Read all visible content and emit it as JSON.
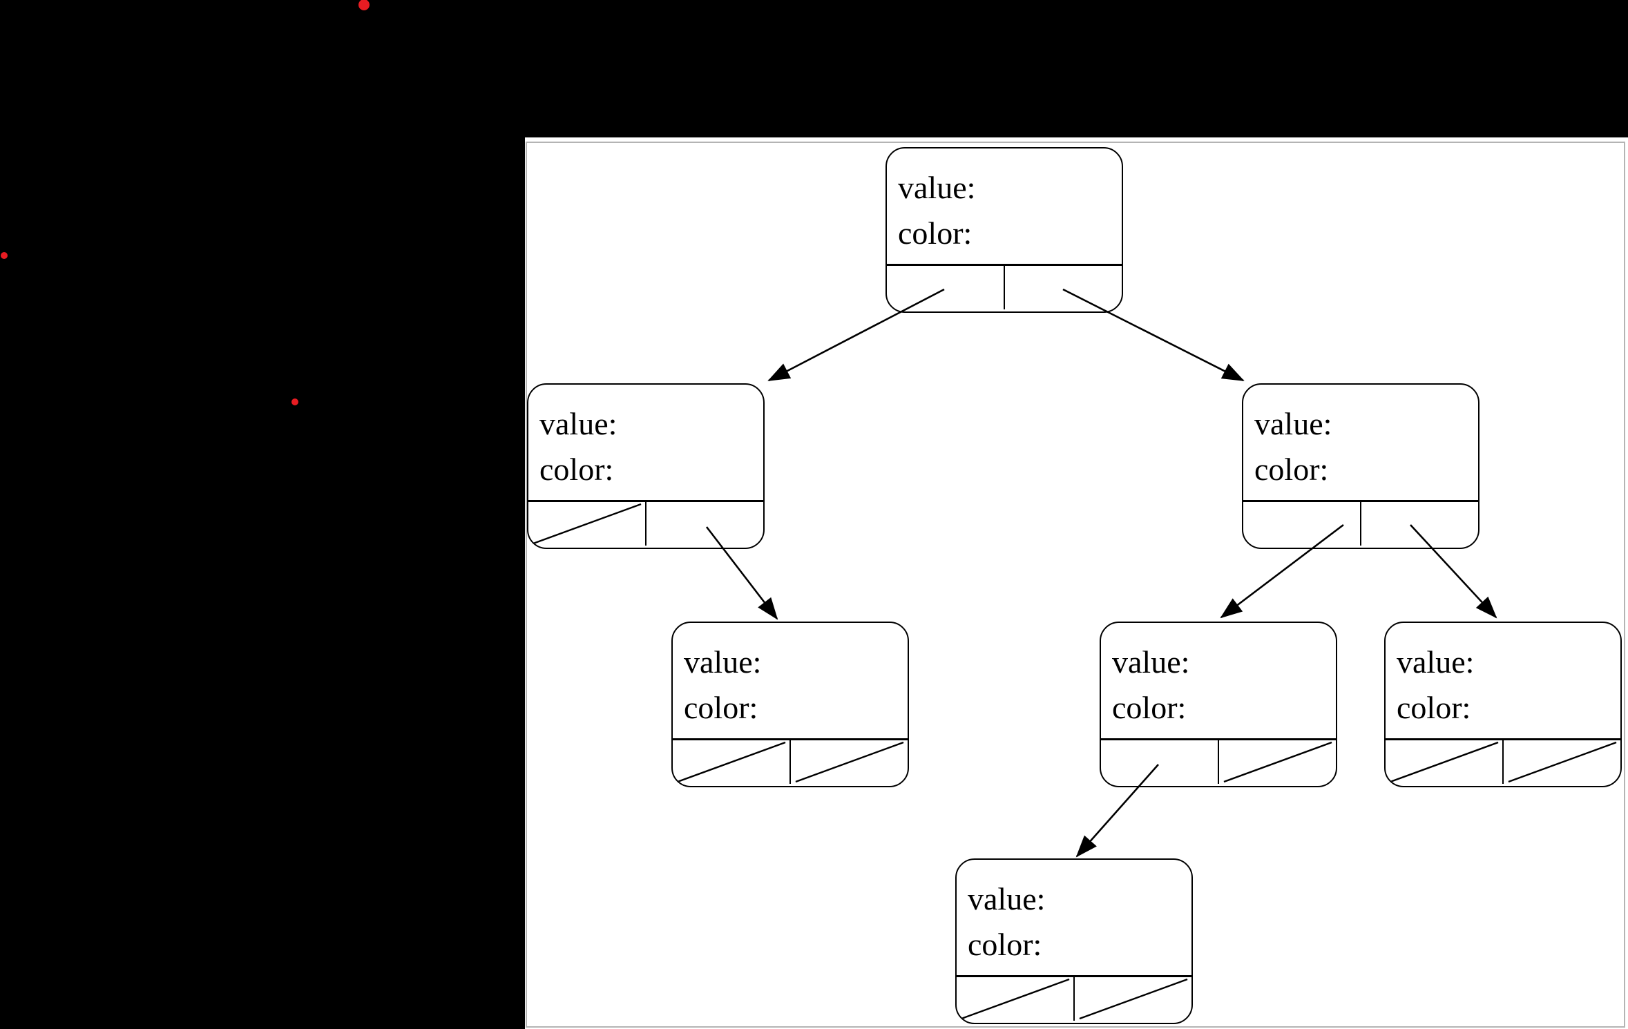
{
  "scene": {
    "desktop_background": "#000000",
    "window_background": "#ffffff",
    "window_border_color": "#b4b4b4",
    "diagram_line_color": "#000000",
    "text_color": "#000000",
    "dot_color": "#e81c22"
  },
  "tree": {
    "nodes": [
      {
        "id": "root",
        "value_label": "value:",
        "color_label": "color:",
        "left": "child",
        "right": "child"
      },
      {
        "id": "left-child",
        "value_label": "value:",
        "color_label": "color:",
        "left": "null",
        "right": "child"
      },
      {
        "id": "right-child",
        "value_label": "value:",
        "color_label": "color:",
        "left": "child",
        "right": "child"
      },
      {
        "id": "left-right-grandchild",
        "value_label": "value:",
        "color_label": "color:",
        "left": "null",
        "right": "null"
      },
      {
        "id": "right-left-grandchild",
        "value_label": "value:",
        "color_label": "color:",
        "left": "child",
        "right": "null"
      },
      {
        "id": "right-right-grandchild",
        "value_label": "value:",
        "color_label": "color:",
        "left": "null",
        "right": "null"
      },
      {
        "id": "right-left-left-node",
        "value_label": "value:",
        "color_label": "color:",
        "left": "null",
        "right": "null"
      }
    ]
  }
}
